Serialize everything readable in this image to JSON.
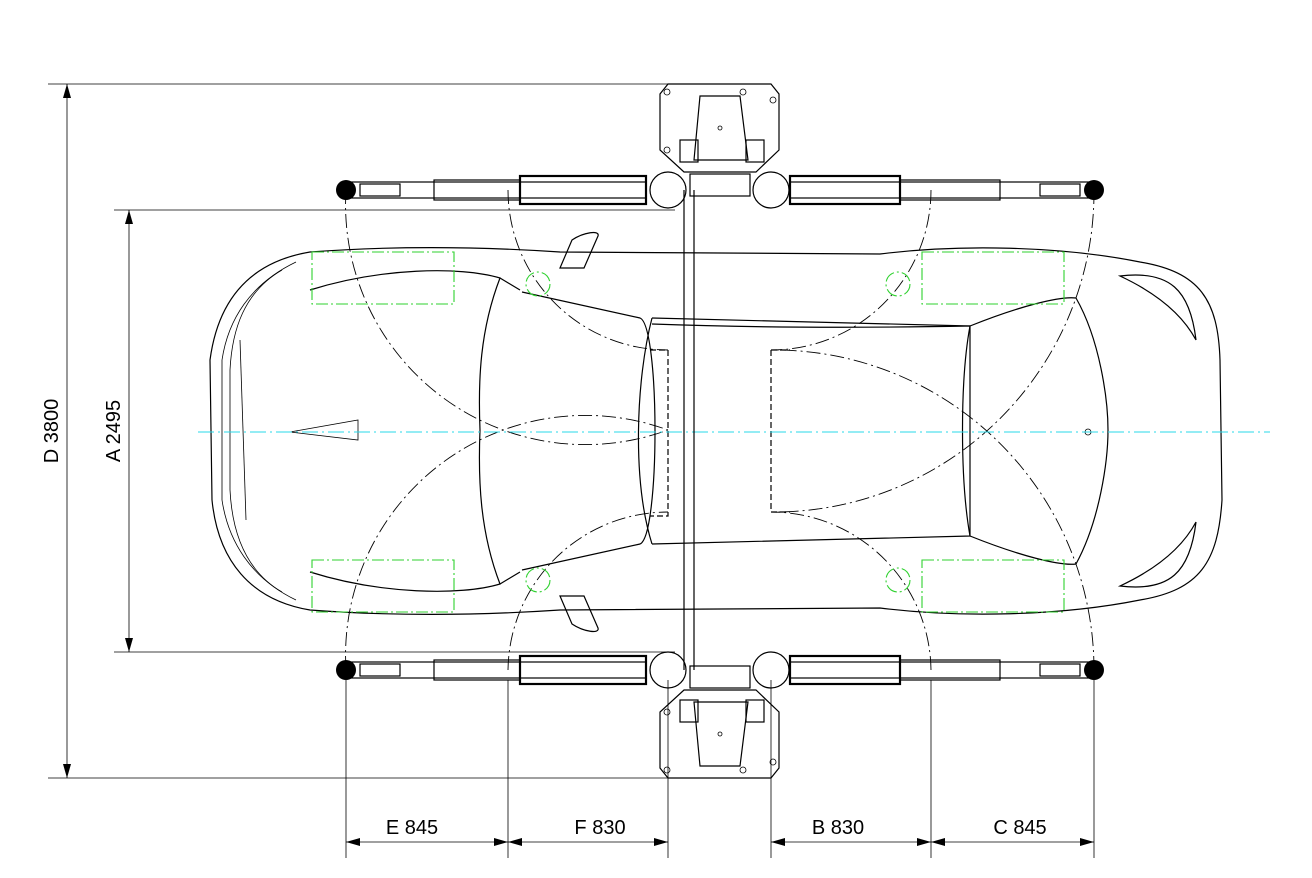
{
  "dimensions": {
    "D": {
      "letter": "D",
      "value": 3800,
      "text": "D 3800"
    },
    "A": {
      "letter": "A",
      "value": 2495,
      "text": "A 2495"
    },
    "E": {
      "letter": "E",
      "value": 845,
      "text": "E 845"
    },
    "F": {
      "letter": "F",
      "value": 830,
      "text": "F 830"
    },
    "B": {
      "letter": "B",
      "value": 830,
      "text": "B 830"
    },
    "C": {
      "letter": "C",
      "value": 845,
      "text": "C 845"
    }
  },
  "colors": {
    "lines": "#000000",
    "centerline": "#28d8e8",
    "lift_points": "#2fd12f",
    "background": "#ffffff"
  }
}
